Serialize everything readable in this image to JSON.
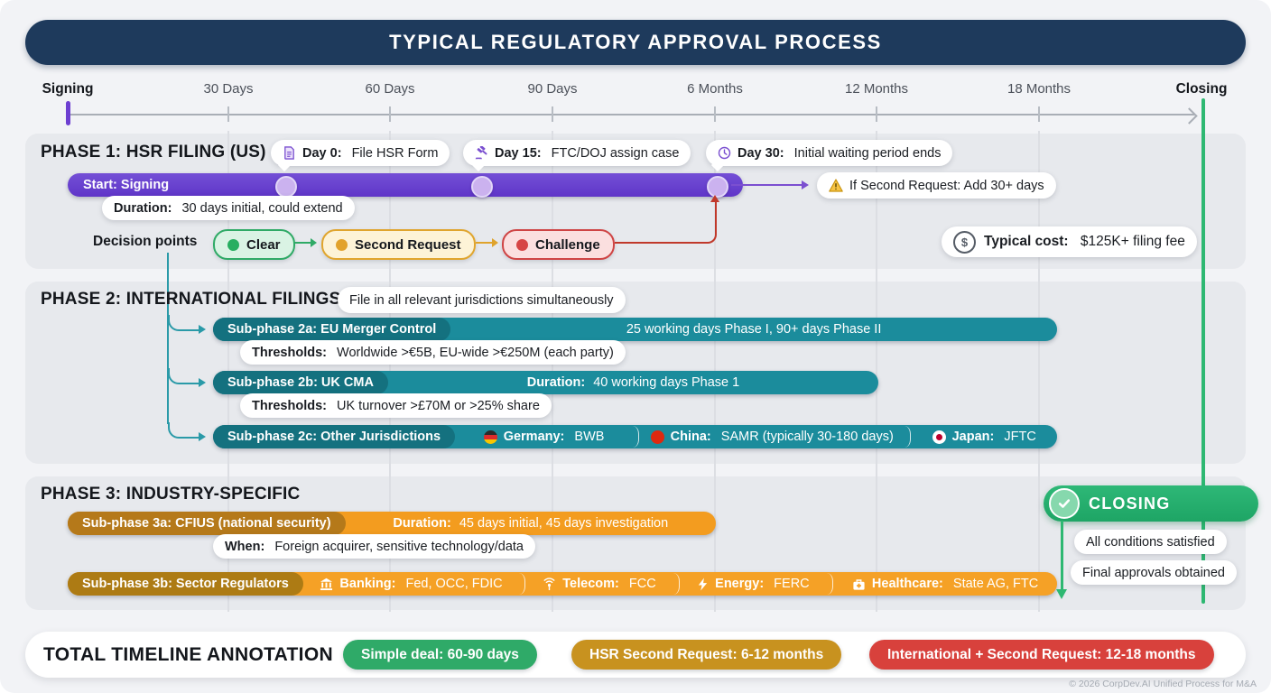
{
  "title": "TYPICAL REGULATORY APPROVAL PROCESS",
  "axis": {
    "ticks": [
      "Signing",
      "30 Days",
      "60 Days",
      "90 Days",
      "6 Months",
      "12 Months",
      "18 Months",
      "Closing"
    ]
  },
  "phase1": {
    "heading": "PHASE 1: HSR FILING (US)",
    "milestones": [
      {
        "icon": "document-icon",
        "bold": "Day 0: ",
        "text": "File HSR Form"
      },
      {
        "icon": "gavel-icon",
        "bold": "Day 15: ",
        "text": "FTC/DOJ assign case"
      },
      {
        "icon": "clock-icon",
        "bold": "Day 30: ",
        "text": "Initial waiting period ends"
      }
    ],
    "bar_label": "Start: Signing",
    "second_request": "If Second Request: Add 30+ days",
    "duration_bold": "Duration: ",
    "duration_text": "30 days initial, could extend",
    "decision_label": "Decision points",
    "decisions": [
      {
        "label": "Clear"
      },
      {
        "label": "Second Request"
      },
      {
        "label": "Challenge"
      }
    ],
    "cost_bold": "Typical cost: ",
    "cost_text": "$125K+ filing fee"
  },
  "phase2": {
    "heading": "PHASE 2: INTERNATIONAL FILINGS",
    "note": "File in all relevant jurisdictions simultaneously",
    "sub2a": {
      "label": "Sub-phase 2a: EU Merger Control",
      "info": "25 working days Phase I, 90+ days Phase II",
      "thresholds_bold": "Thresholds: ",
      "thresholds": "Worldwide >€5B, EU-wide >€250M (each party)"
    },
    "sub2b": {
      "label": "Sub-phase 2b: UK CMA",
      "duration_bold": "Duration: ",
      "duration": "40 working days Phase 1",
      "thresholds_bold": "Thresholds: ",
      "thresholds": "UK turnover >£70M or >25% share"
    },
    "sub2c": {
      "label": "Sub-phase 2c: Other Jurisdictions",
      "segments": [
        {
          "flag": "germany-flag-icon",
          "bold": "Germany: ",
          "text": "BWB"
        },
        {
          "flag": "china-flag-icon",
          "bold": "China: ",
          "text": "SAMR (typically 30-180 days)"
        },
        {
          "flag": "japan-flag-icon",
          "bold": "Japan: ",
          "text": "JFTC"
        }
      ]
    }
  },
  "phase3": {
    "heading": "PHASE 3: INDUSTRY-SPECIFIC",
    "sub3a": {
      "label": "Sub-phase 3a: CFIUS (national security)",
      "duration_bold": "Duration: ",
      "duration": "45 days initial, 45 days investigation",
      "when_bold": "When: ",
      "when": "Foreign acquirer, sensitive technology/data"
    },
    "sub3b": {
      "label": "Sub-phase 3b: Sector Regulators",
      "segments": [
        {
          "icon": "bank-icon",
          "bold": "Banking: ",
          "text": "Fed, OCC, FDIC"
        },
        {
          "icon": "antenna-icon",
          "bold": "Telecom: ",
          "text": "FCC"
        },
        {
          "icon": "bolt-icon",
          "bold": "Energy: ",
          "text": "FERC"
        },
        {
          "icon": "medical-bag-icon",
          "bold": "Healthcare: ",
          "text": "State AG, FTC"
        }
      ]
    }
  },
  "closing": {
    "label": "CLOSING",
    "notes": [
      "All conditions satisfied",
      "Final approvals obtained"
    ]
  },
  "footer": {
    "heading": "TOTAL TIMELINE ANNOTATION",
    "pills": [
      {
        "label": "Simple deal: 60-90 days",
        "color": "#2faa68"
      },
      {
        "label": "HSR Second Request: 6-12 months",
        "color": "#c8921f"
      },
      {
        "label": "International + Second Request: 12-18 months",
        "color": "#d8413c"
      }
    ],
    "copyright": "© 2026 CorpDev.AI Unified Process for M&A"
  },
  "icons": {
    "dollar": "$"
  },
  "colors": {
    "navy": "#1e3a5c",
    "purple": "#6b3fd1",
    "purple_light": "#cbb2ef",
    "teal": "#1b8c9c",
    "teal_dark": "#14717f",
    "teal_connector": "#2a9aa8",
    "orange": "#f39c1f",
    "orange_dark": "#b5791a",
    "gold_dark": "#ad7b14",
    "green": "#27b06c",
    "green_line": "#2eb872",
    "red_connector": "#c0392b",
    "clear_green": "#27ae60",
    "request_gold": "#e0a52e",
    "challenge_red": "#cf4444",
    "footer_green": "#2faa68",
    "footer_gold": "#c8921f",
    "footer_red": "#d8413c"
  }
}
